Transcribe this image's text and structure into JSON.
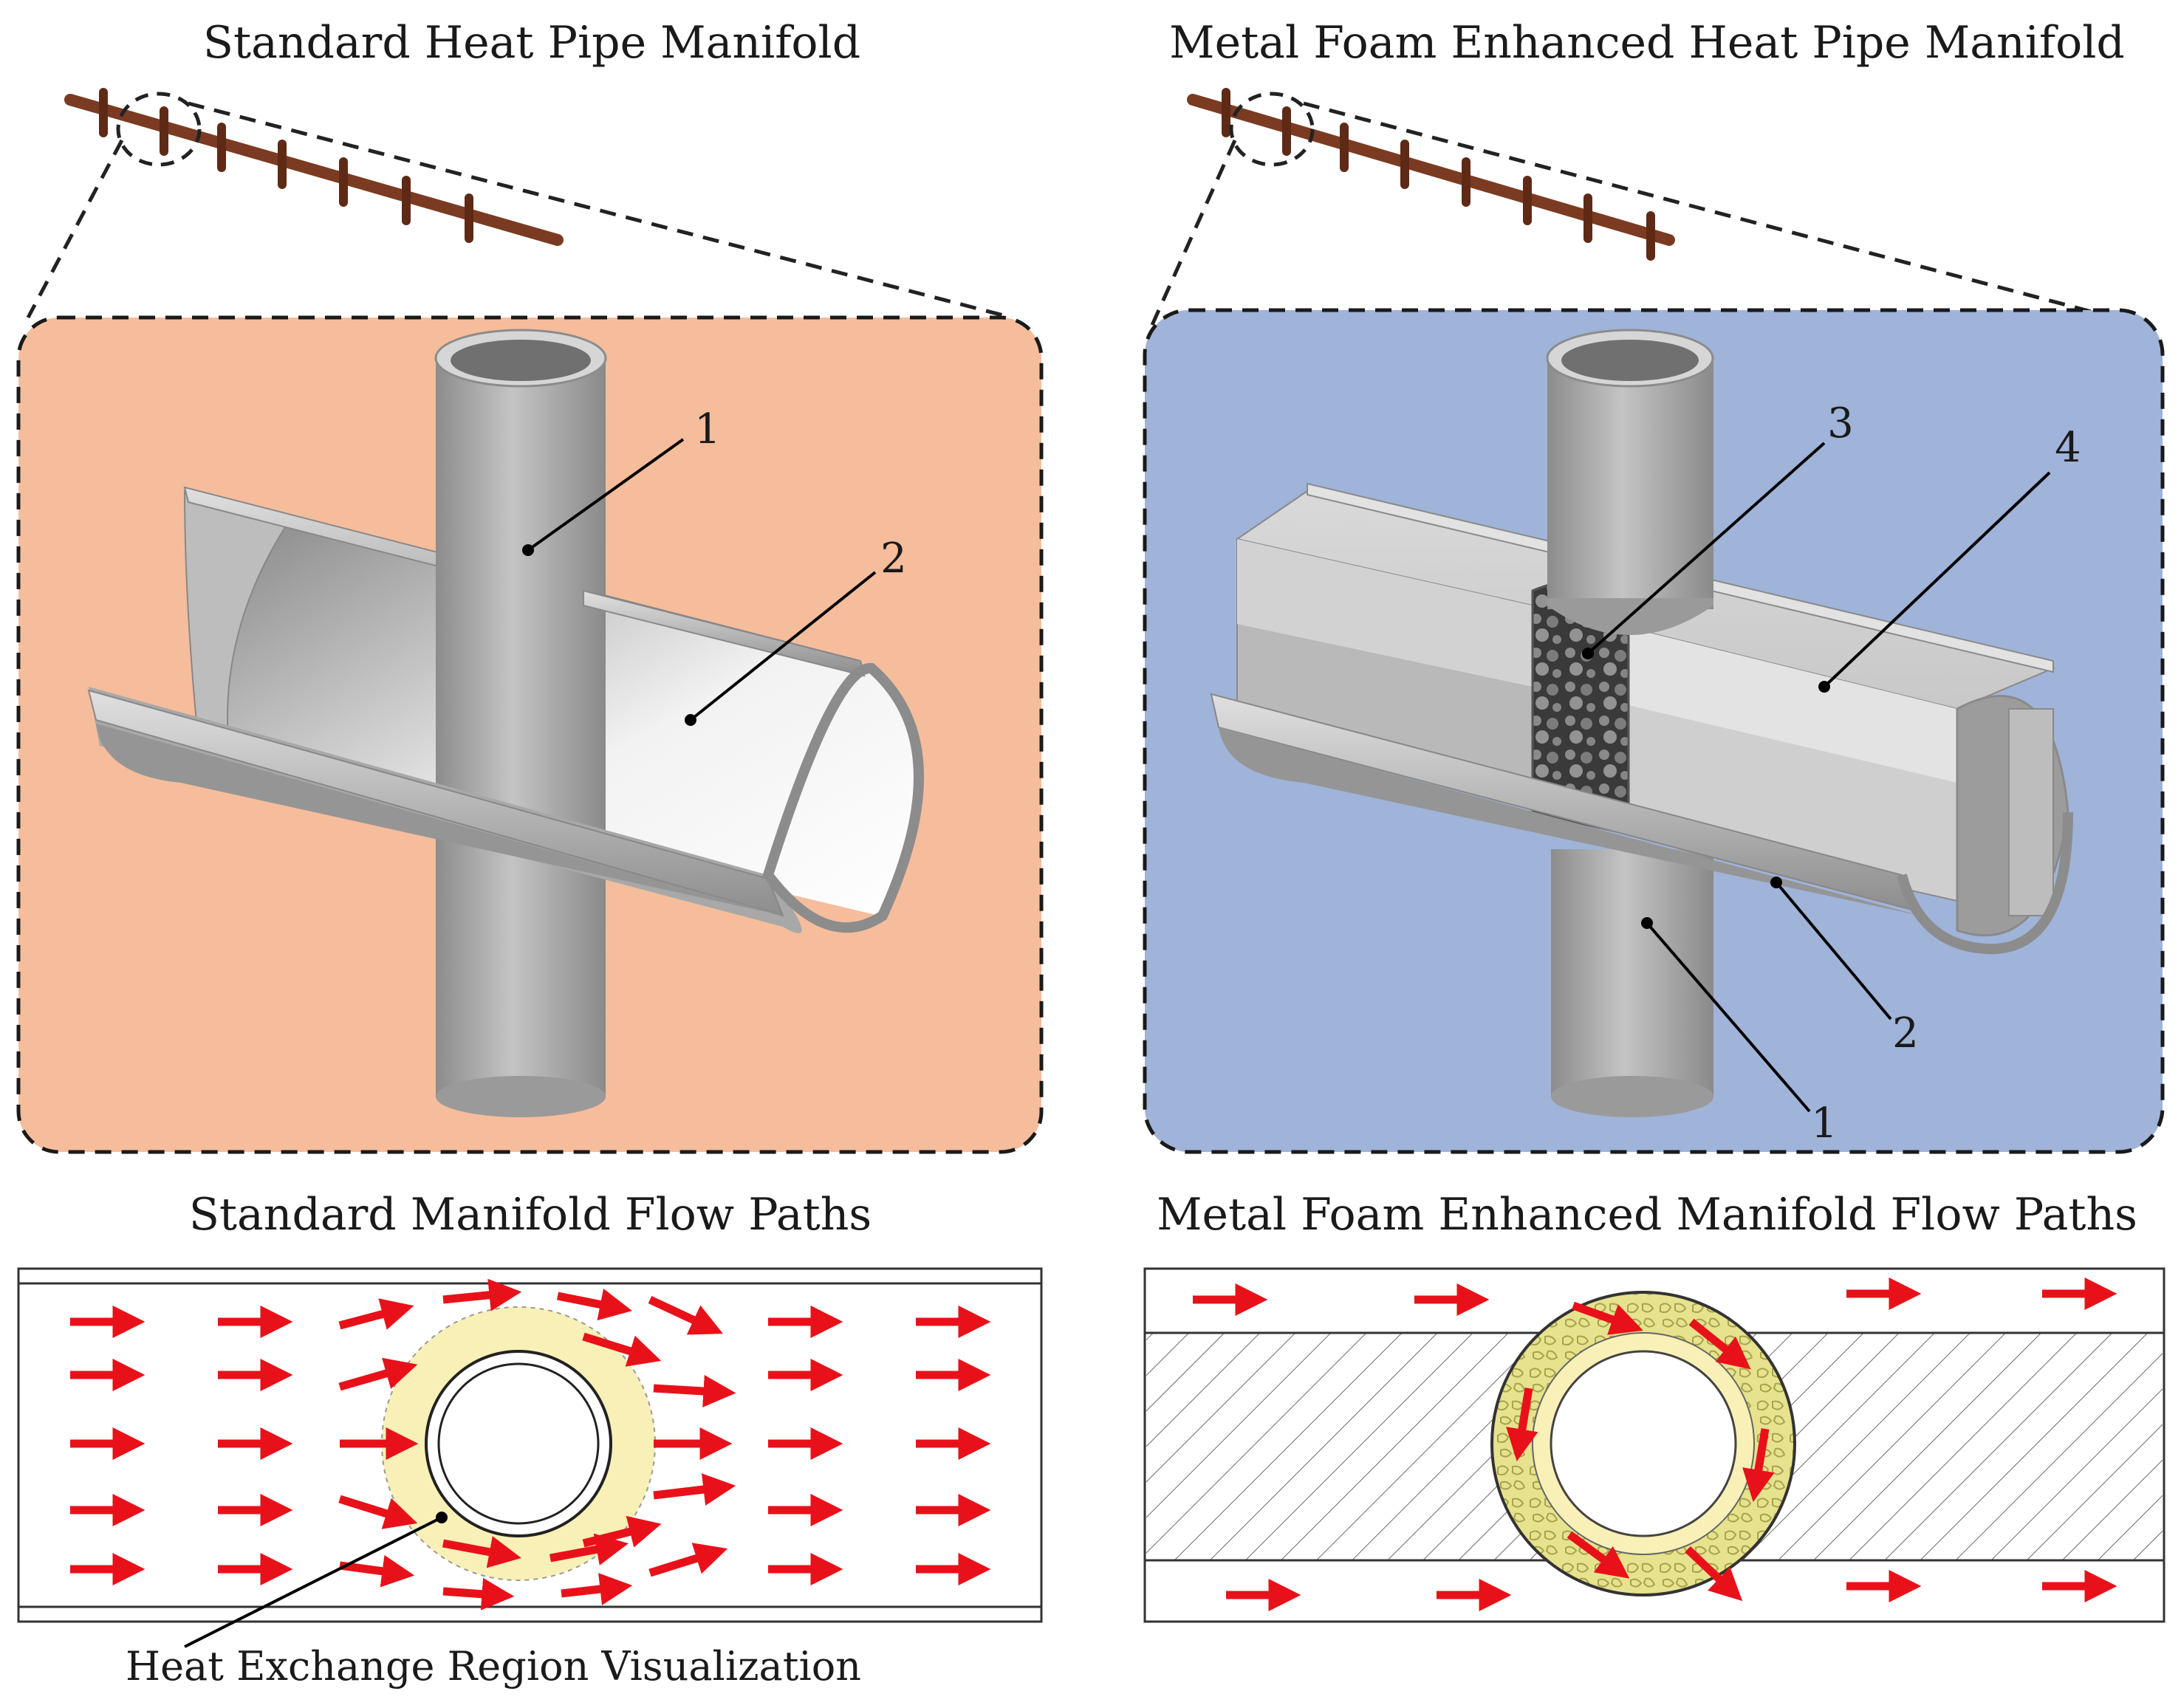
{
  "titles": {
    "left_top": "Standard Heat Pipe Manifold",
    "right_top": "Metal Foam Enhanced Heat Pipe Manifold",
    "left_bottom": "Standard Manifold Flow Paths",
    "right_bottom": "Metal Foam Enhanced Manifold Flow Paths"
  },
  "labels": {
    "left_heat_pipe": "1",
    "left_manifold": "2",
    "right_foam": "3",
    "right_insert": "4",
    "right_manifold": "2",
    "right_heat_pipe": "1"
  },
  "caption": "Heat Exchange Region Visualization",
  "colors": {
    "standard_panel": "#f5bd9b",
    "foam_panel": "#a0b3d9",
    "arrow": "#e8111a",
    "heat_region": "#f8f0b6",
    "foam_ring": "#e6e28e",
    "pipe_metal": "#a9a9a9",
    "manifold_rod": "#7a3b22"
  }
}
